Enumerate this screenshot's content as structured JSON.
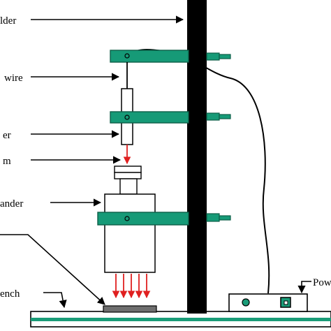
{
  "labels": {
    "holder": "lder",
    "wire": "wire",
    "laser": "er",
    "beam": "m",
    "expander": "ander",
    "bench": "ench",
    "power": "Pow"
  },
  "colors": {
    "clamp": "#169a77",
    "clamp_stroke": "#0d5e48",
    "rail_stripe": "#1a9c78",
    "rod": "#000000",
    "beam": "#e02020",
    "sample": "#6e6e6e",
    "line": "#000000"
  }
}
